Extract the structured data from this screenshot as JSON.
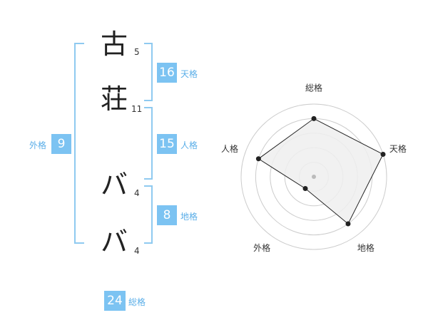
{
  "name": {
    "chars": [
      {
        "char": "古",
        "strokes": "5"
      },
      {
        "char": "荘",
        "strokes": "11"
      },
      {
        "char": "バ",
        "strokes": "4"
      },
      {
        "char": "バ",
        "strokes": "4"
      }
    ]
  },
  "grids": {
    "tenkaku": {
      "value": "16",
      "label": "天格"
    },
    "jinkaku": {
      "value": "15",
      "label": "人格"
    },
    "chikaku": {
      "value": "8",
      "label": "地格"
    },
    "gaikaku": {
      "value": "9",
      "label": "外格"
    },
    "soukaku": {
      "value": "24",
      "label": "総格"
    }
  },
  "chart_data": {
    "type": "radar",
    "axes": [
      "総格",
      "天格",
      "地格",
      "外格",
      "人格"
    ],
    "values": [
      4,
      5,
      4,
      1,
      4
    ],
    "max": 5,
    "rings": 5,
    "colors": {
      "fill": "#eeeeee",
      "stroke": "#222222",
      "ring": "#cccccc",
      "center": "#bbbbbb"
    }
  }
}
